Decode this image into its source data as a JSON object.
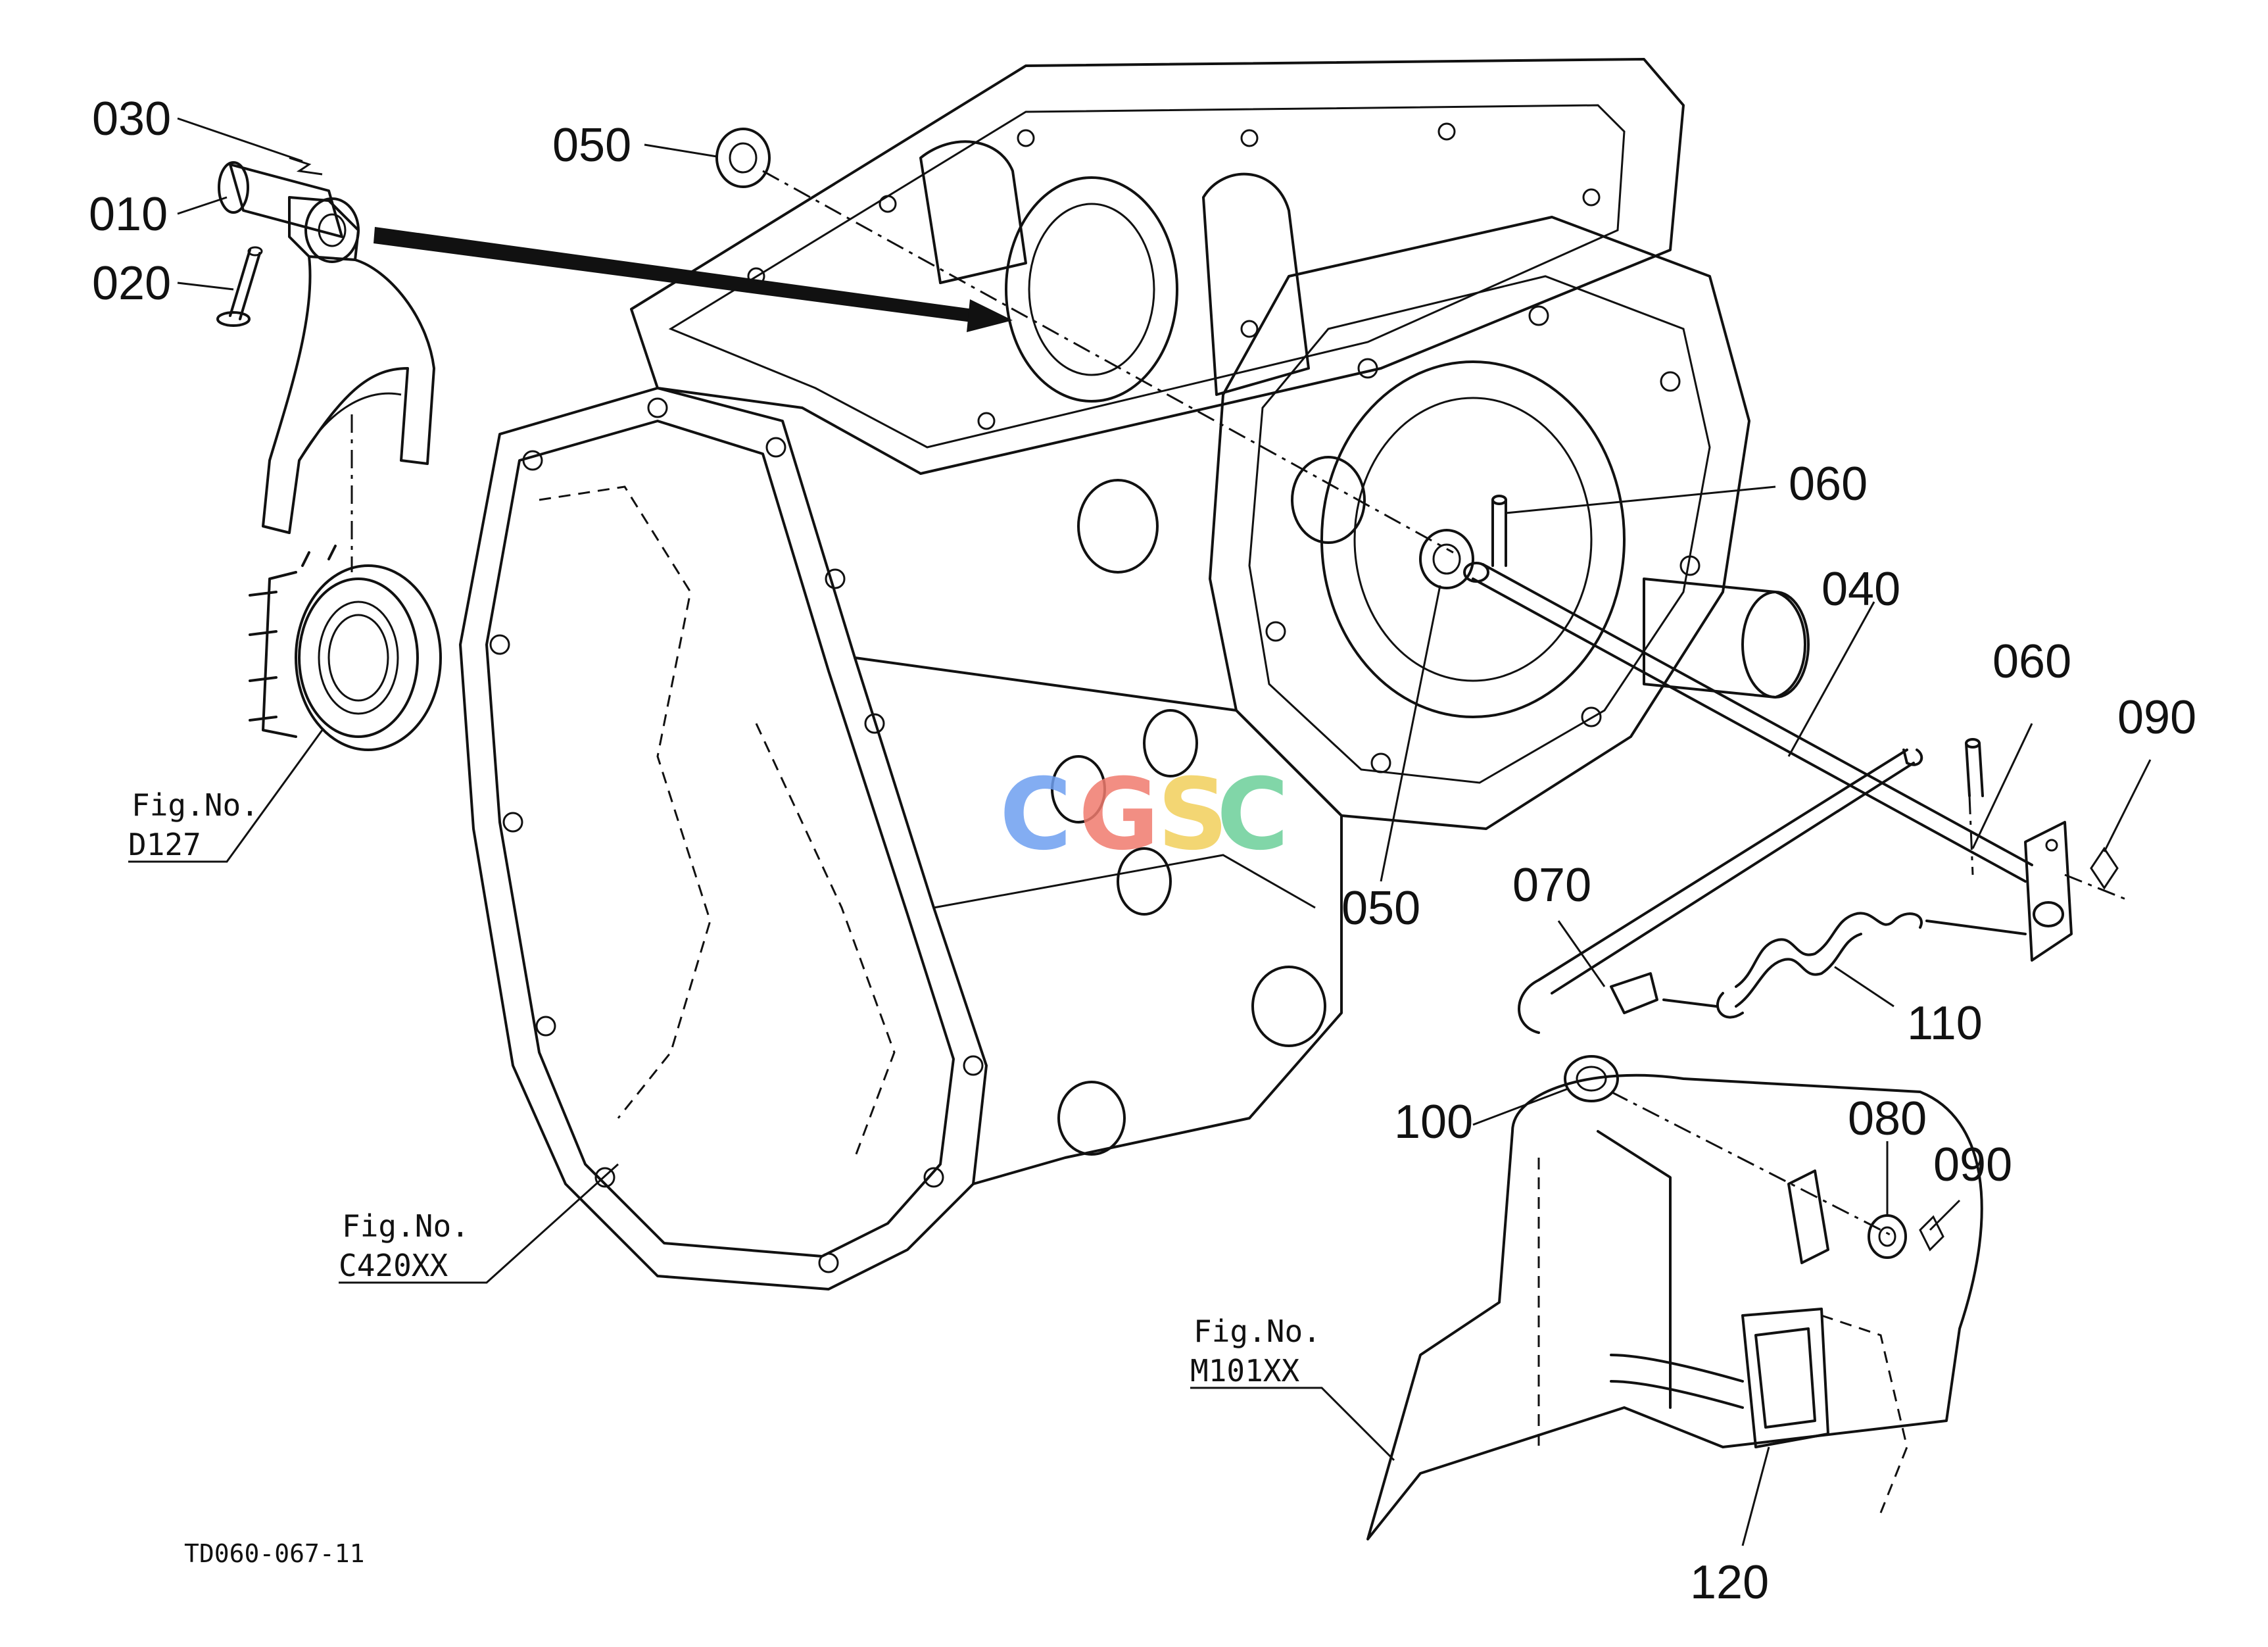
{
  "callouts": {
    "p030": "030",
    "p010": "010",
    "p020": "020",
    "p050a": "050",
    "p060a": "060",
    "p040": "040",
    "p060b": "060",
    "p090a": "090",
    "p050b": "050",
    "p070": "070",
    "p110": "110",
    "p100": "100",
    "p080": "080",
    "p090b": "090",
    "p120": "120"
  },
  "figure_refs": {
    "d127_label": "Fig.No.",
    "d127_code": "D127",
    "c420_label": "Fig.No.",
    "c420_code": "C420XX",
    "m101_label": "Fig.No.",
    "m101_code": "M101XX"
  },
  "drawing_number": "TD060-067-11",
  "watermark": {
    "letters": [
      "C",
      "G",
      "S",
      "C"
    ],
    "colors": [
      "#6e9ff0",
      "#f07b6e",
      "#f2cf5b",
      "#6ccf9a"
    ]
  }
}
